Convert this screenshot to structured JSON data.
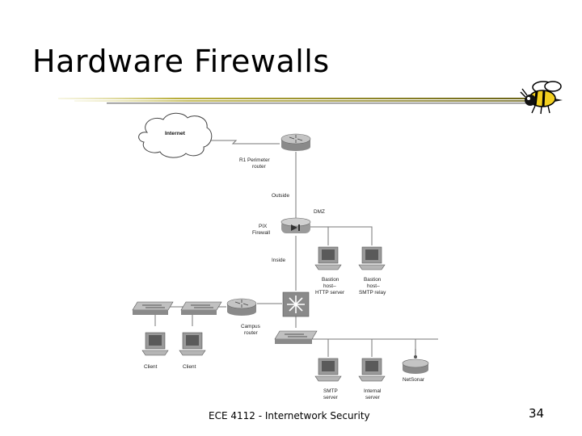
{
  "slide": {
    "title": "Hardware Firewalls",
    "footer": "ECE 4112 - Internetwork Security",
    "page_number": "34"
  },
  "diagram": {
    "cloud_label": "Internet",
    "router": {
      "line1": "R1 Perimeter",
      "line2": "router"
    },
    "outside_label": "Outside",
    "dmz_label": "DMZ",
    "pix": {
      "line1": "PIX",
      "line2": "Firewall"
    },
    "inside_label": "Inside",
    "bastion_http": {
      "line1": "Bastion",
      "line2": "host–",
      "line3": "HTTP server"
    },
    "bastion_smtp": {
      "line1": "Bastion",
      "line2": "host–",
      "line3": "SMTP relay"
    },
    "campus_router": {
      "line1": "Campus",
      "line2": "router"
    },
    "client_1": "Client",
    "client_2": "Client",
    "smtp_server": {
      "line1": "SMTP",
      "line2": "server"
    },
    "internal_server": {
      "line1": "Internal",
      "line2": "server"
    },
    "netsonar": "NetSonar"
  }
}
